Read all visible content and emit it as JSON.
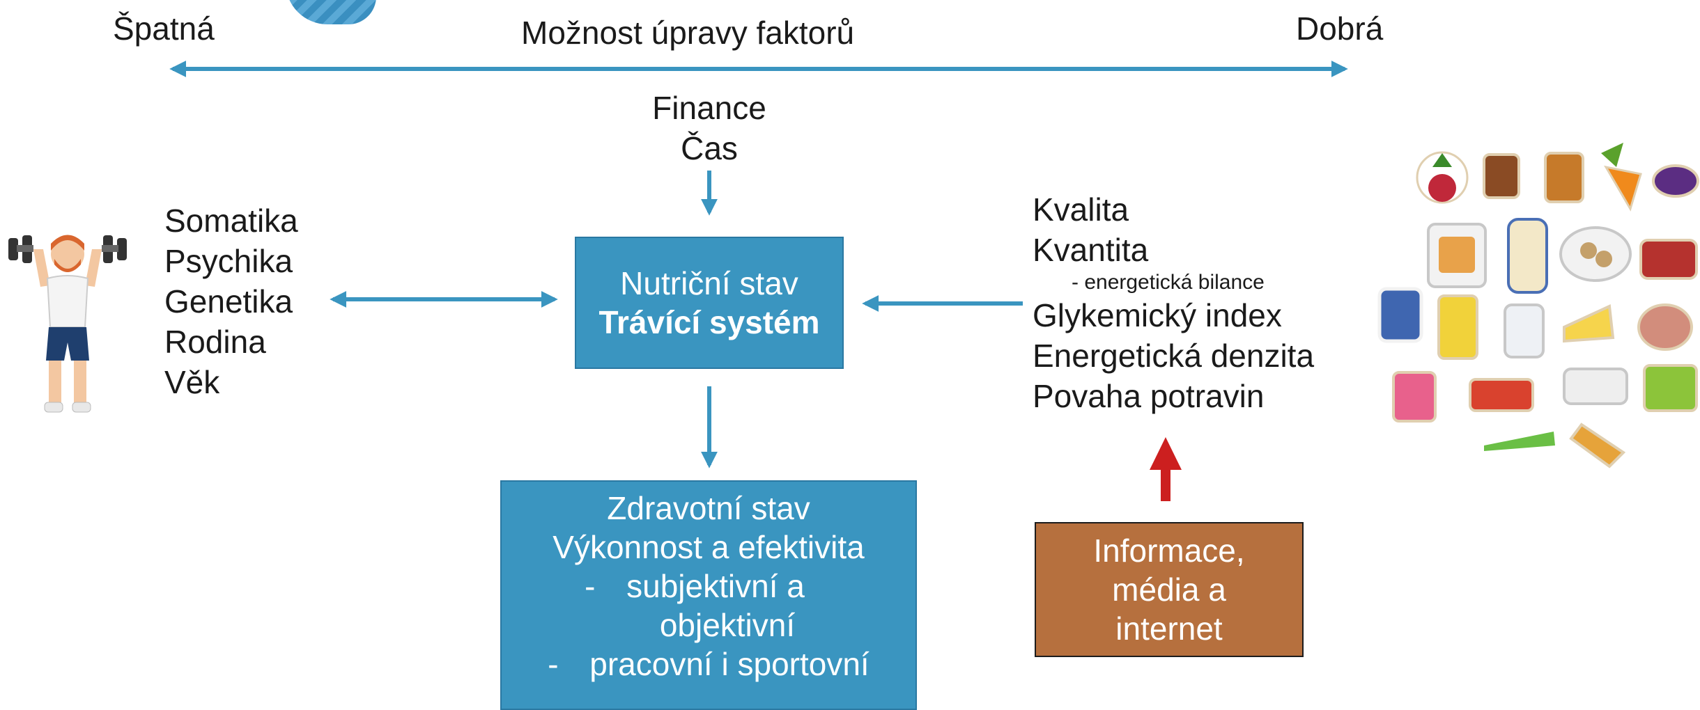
{
  "scale": {
    "left_label": "Špatná",
    "center_label": "Možnost úpravy faktorů",
    "right_label": "Dobrá"
  },
  "top_factors": [
    "Finance",
    "Čas"
  ],
  "left_factors": [
    "Somatika",
    "Psychika",
    "Genetika",
    "Rodina",
    "Věk"
  ],
  "center_box": {
    "line1": "Nutriční stav",
    "line2": "Trávící systém"
  },
  "right_factors": {
    "kvalita": "Kvalita",
    "kvantita": "Kvantita",
    "note": "- energetická bilance",
    "glykemicky": "Glykemický index",
    "energeticka": "Energetická denzita",
    "povaha": "Povaha potravin"
  },
  "health_box": {
    "line1": "Zdravotní stav",
    "line2": "Výkonnost a efektivita",
    "item1_dash": "-",
    "item1_a": "subjektivní a",
    "item1_b": "objektivní",
    "item2_dash": "-",
    "item2": "pracovní i sportovní"
  },
  "info_box": {
    "line1": "Informace,",
    "line2": "média a",
    "line3": "internet"
  },
  "colors": {
    "arrow_blue": "#3a95c0",
    "box_blue": "#3a95c0",
    "box_brown": "#b6703e",
    "arrow_red": "#cc1f1f"
  }
}
